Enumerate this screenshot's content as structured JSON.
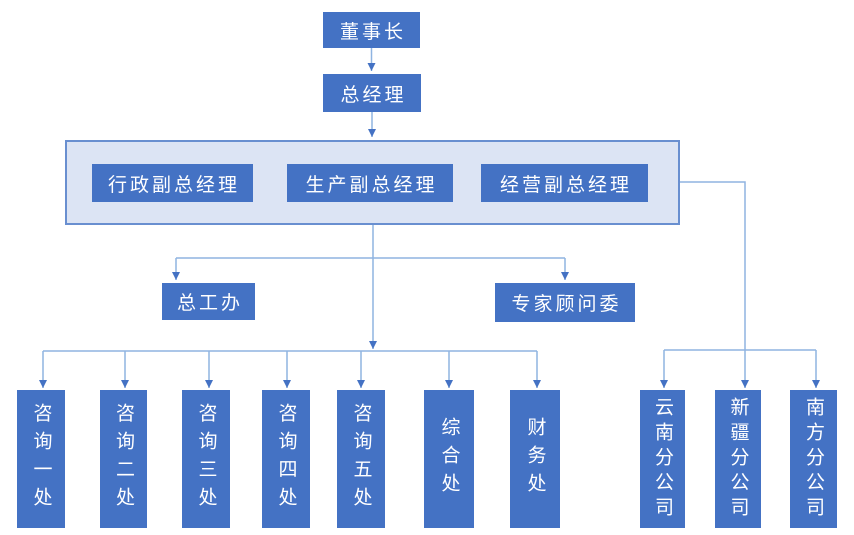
{
  "diagram_type": "org-chart",
  "nodes": {
    "chairman": "董事长",
    "general_manager": "总经理",
    "vp_admin": "行政副总经理",
    "vp_production": "生产副总经理",
    "vp_operations": "经营副总经理",
    "chief_engineer_office": "总工办",
    "expert_advisory_committee": "专家顾问委",
    "consulting_division_1": "咨询一处",
    "consulting_division_2": "咨询二处",
    "consulting_division_3": "咨询三处",
    "consulting_division_4": "咨询四处",
    "consulting_division_5": "咨询五处",
    "general_affairs_division": "综合处",
    "finance_division": "财务处",
    "yunnan_branch": "云南分公司",
    "xinjiang_branch": "新疆分公司",
    "southern_branch": "南方分公司"
  },
  "edges": [
    {
      "from": "chairman",
      "to": "general_manager"
    },
    {
      "from": "general_manager",
      "to": "executive_group"
    },
    {
      "from": "executive_group",
      "to": "chief_engineer_office"
    },
    {
      "from": "executive_group",
      "to": "expert_advisory_committee"
    },
    {
      "from": "executive_group",
      "to": "consulting_division_1"
    },
    {
      "from": "executive_group",
      "to": "consulting_division_2"
    },
    {
      "from": "executive_group",
      "to": "consulting_division_3"
    },
    {
      "from": "executive_group",
      "to": "consulting_division_4"
    },
    {
      "from": "executive_group",
      "to": "consulting_division_5"
    },
    {
      "from": "executive_group",
      "to": "general_affairs_division"
    },
    {
      "from": "executive_group",
      "to": "finance_division"
    },
    {
      "from": "executive_group",
      "to": "yunnan_branch"
    },
    {
      "from": "executive_group",
      "to": "xinjiang_branch"
    },
    {
      "from": "executive_group",
      "to": "southern_branch"
    }
  ],
  "colors": {
    "node_fill": "#4472C4",
    "node_text": "#FFFFFF",
    "group_fill": "#DCE4F4",
    "group_border": "#698FD0",
    "connector_line": "#8FB4E1",
    "arrowhead": "#4472C4"
  }
}
